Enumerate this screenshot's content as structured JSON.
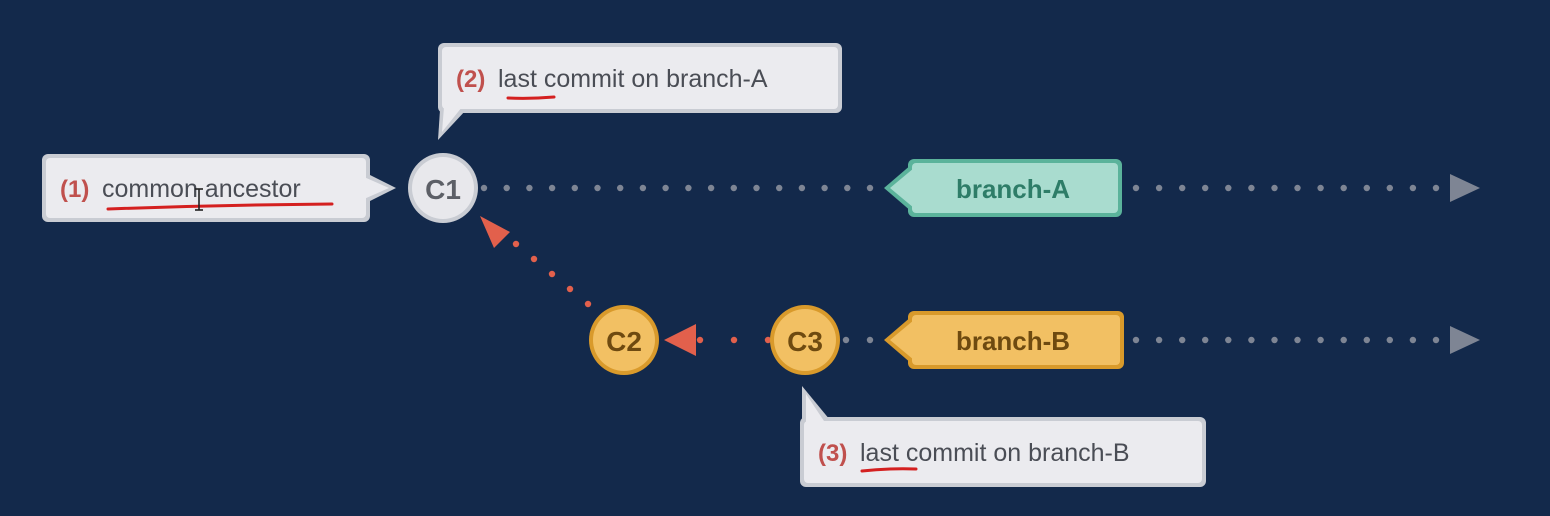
{
  "colors": {
    "background": "#13294b",
    "callout_fill": "#ebebef",
    "callout_border": "#c9ccd3",
    "callout_number": "#c0504d",
    "callout_text": "#4a4d55",
    "underline": "#d42020",
    "c1_fill": "#e8e8ec",
    "c1_text": "#5c5f66",
    "orange_fill": "#f2c063",
    "orange_border": "#d99a2b",
    "orange_text": "#6e4a10",
    "teal_fill": "#a9dccf",
    "teal_border": "#5bb39b",
    "teal_text": "#2e7d68",
    "gray_dots": "#7e8594",
    "red_dots": "#e2604c"
  },
  "callouts": [
    {
      "id": "callout-common-ancestor",
      "number": "(1)",
      "text": "common ancestor"
    },
    {
      "id": "callout-last-commit-a",
      "number": "(2)",
      "text": "last commit on branch-A"
    },
    {
      "id": "callout-last-commit-b",
      "number": "(3)",
      "text": "last commit on branch-B"
    }
  ],
  "commits": [
    {
      "id": "C1",
      "label": "C1"
    },
    {
      "id": "C2",
      "label": "C2"
    },
    {
      "id": "C3",
      "label": "C3"
    }
  ],
  "branches": [
    {
      "id": "branch-A",
      "label": "branch-A"
    },
    {
      "id": "branch-B",
      "label": "branch-B"
    }
  ],
  "icons": {
    "cursor": "text-cursor-icon",
    "arrow_a": "arrow-right-icon",
    "arrow_b": "arrow-right-icon",
    "arrow_c2": "arrow-left-icon",
    "arrow_c1": "arrow-up-left-icon"
  }
}
